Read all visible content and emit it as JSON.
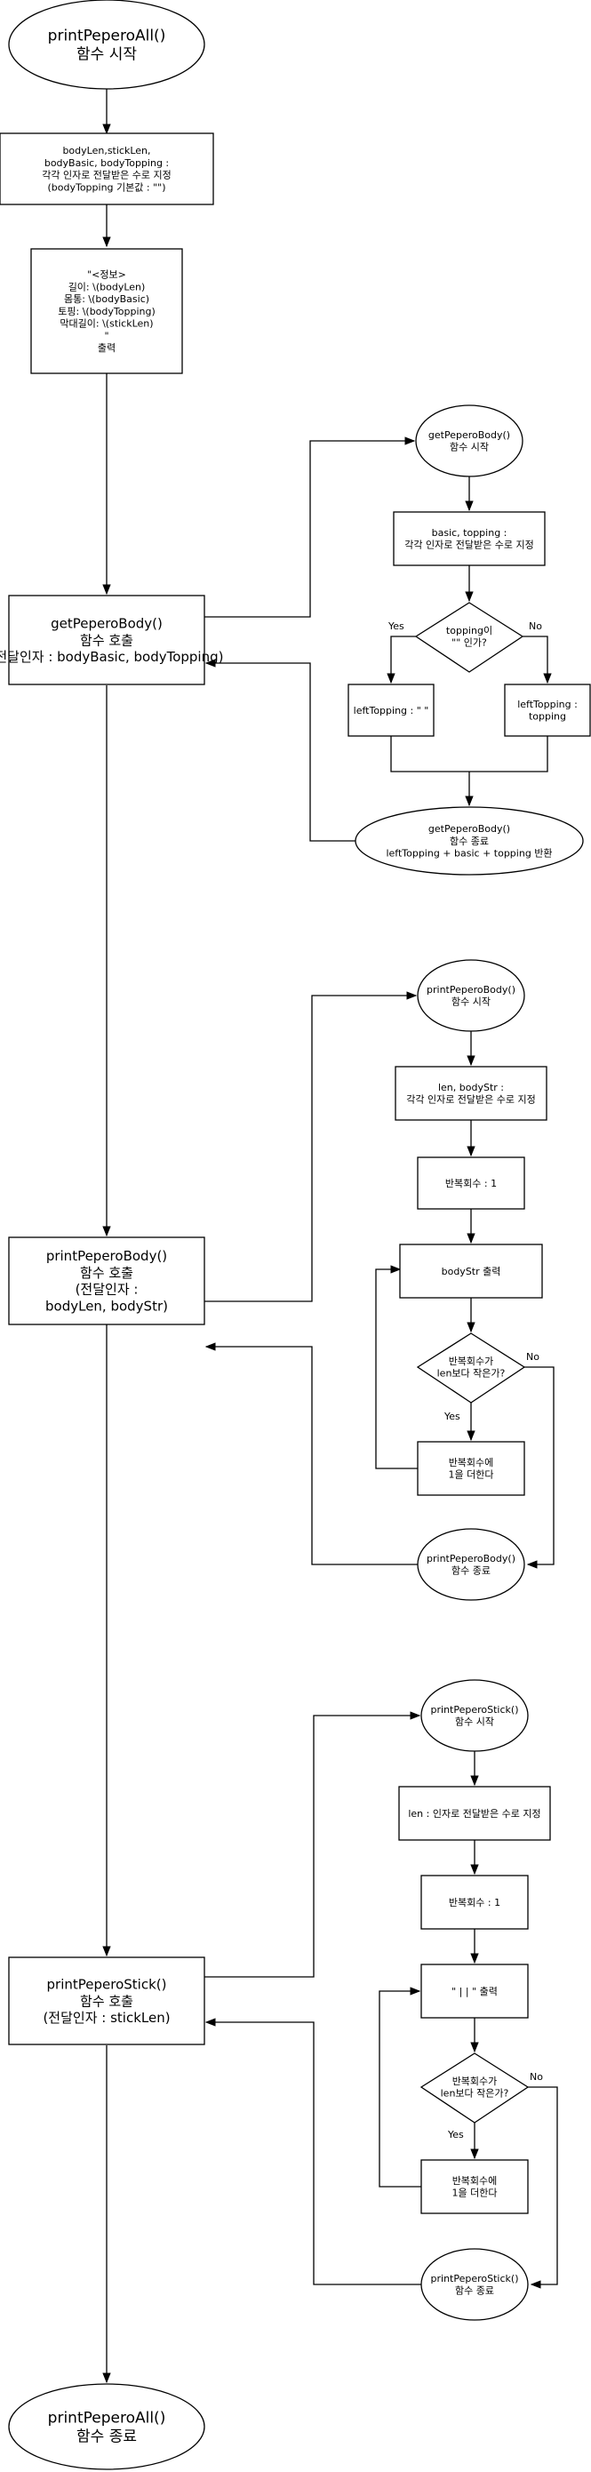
{
  "nodes": {
    "main_start": {
      "lines": [
        "printPeperoAll()",
        "함수 시작"
      ]
    },
    "assign_params": {
      "lines": [
        "bodyLen,stickLen,",
        "bodyBasic, bodyTopping  :",
        "각각 인자로 전달받은 수로 지정",
        "(bodyTopping 기본값 : \"\")"
      ]
    },
    "info_print": {
      "lines": [
        "\"<정보>",
        "길이: \\(bodyLen)",
        "몸통: \\(bodyBasic)",
        "토핑: \\(bodyTopping)",
        "막대길이: \\(stickLen)",
        "\"",
        "출력"
      ]
    },
    "call_getbody": {
      "lines": [
        "getPeperoBody()",
        "함수 호출",
        "(전달인자 : bodyBasic, bodyTopping)"
      ]
    },
    "call_printbody": {
      "lines": [
        "printPeperoBody()",
        "함수 호출",
        "(전달인자 :",
        "bodyLen, bodyStr)"
      ]
    },
    "call_printstick": {
      "lines": [
        "printPeperoStick()",
        "함수 호출",
        "(전달인자 : stickLen)"
      ]
    },
    "main_end": {
      "lines": [
        "printPeperoAll()",
        "함수 종료"
      ]
    },
    "gb_start": {
      "lines": [
        "getPeperoBody()",
        "함수 시작"
      ]
    },
    "gb_assign": {
      "lines": [
        "basic, topping  :",
        "각각 인자로 전달받은 수로 지정"
      ]
    },
    "gb_decision": {
      "lines": [
        "topping이",
        "\"\" 인가?"
      ]
    },
    "gb_left_empty": {
      "lines": [
        "leftTopping : \" \""
      ]
    },
    "gb_left_topping": {
      "lines": [
        "leftTopping :",
        "topping"
      ]
    },
    "gb_end": {
      "lines": [
        "getPeperoBody()",
        "함수 종료",
        "leftTopping + basic + topping 반환"
      ]
    },
    "pb_start": {
      "lines": [
        "printPeperoBody()",
        "함수 시작"
      ]
    },
    "pb_assign": {
      "lines": [
        "len, bodyStr  :",
        "각각 인자로 전달받은 수로 지정"
      ]
    },
    "pb_count": {
      "lines": [
        "반복회수 : 1"
      ]
    },
    "pb_print": {
      "lines": [
        "bodyStr 출력"
      ]
    },
    "pb_decision": {
      "lines": [
        "반복회수가",
        "len보다 작은가?"
      ]
    },
    "pb_increment": {
      "lines": [
        "반복회수에",
        "1을 더한다"
      ]
    },
    "pb_end": {
      "lines": [
        "printPeperoBody()",
        "함수 종료"
      ]
    },
    "ps_start": {
      "lines": [
        "printPeperoStick()",
        "함수 시작"
      ]
    },
    "ps_assign": {
      "lines": [
        "len  : 인자로 전달받은 수로 지정"
      ]
    },
    "ps_count": {
      "lines": [
        "반복회수 : 1"
      ]
    },
    "ps_print": {
      "lines": [
        "\"  | | \" 출력"
      ]
    },
    "ps_decision": {
      "lines": [
        "반복회수가",
        "len보다 작은가?"
      ]
    },
    "ps_increment": {
      "lines": [
        "반복회수에",
        "1을 더한다"
      ]
    },
    "ps_end": {
      "lines": [
        "printPeperoStick()",
        "함수 종료"
      ]
    }
  },
  "edge_labels": {
    "gb_yes": "Yes",
    "gb_no": "No",
    "pb_yes": "Yes",
    "pb_no": "No",
    "ps_yes": "Yes",
    "ps_no": "No"
  }
}
